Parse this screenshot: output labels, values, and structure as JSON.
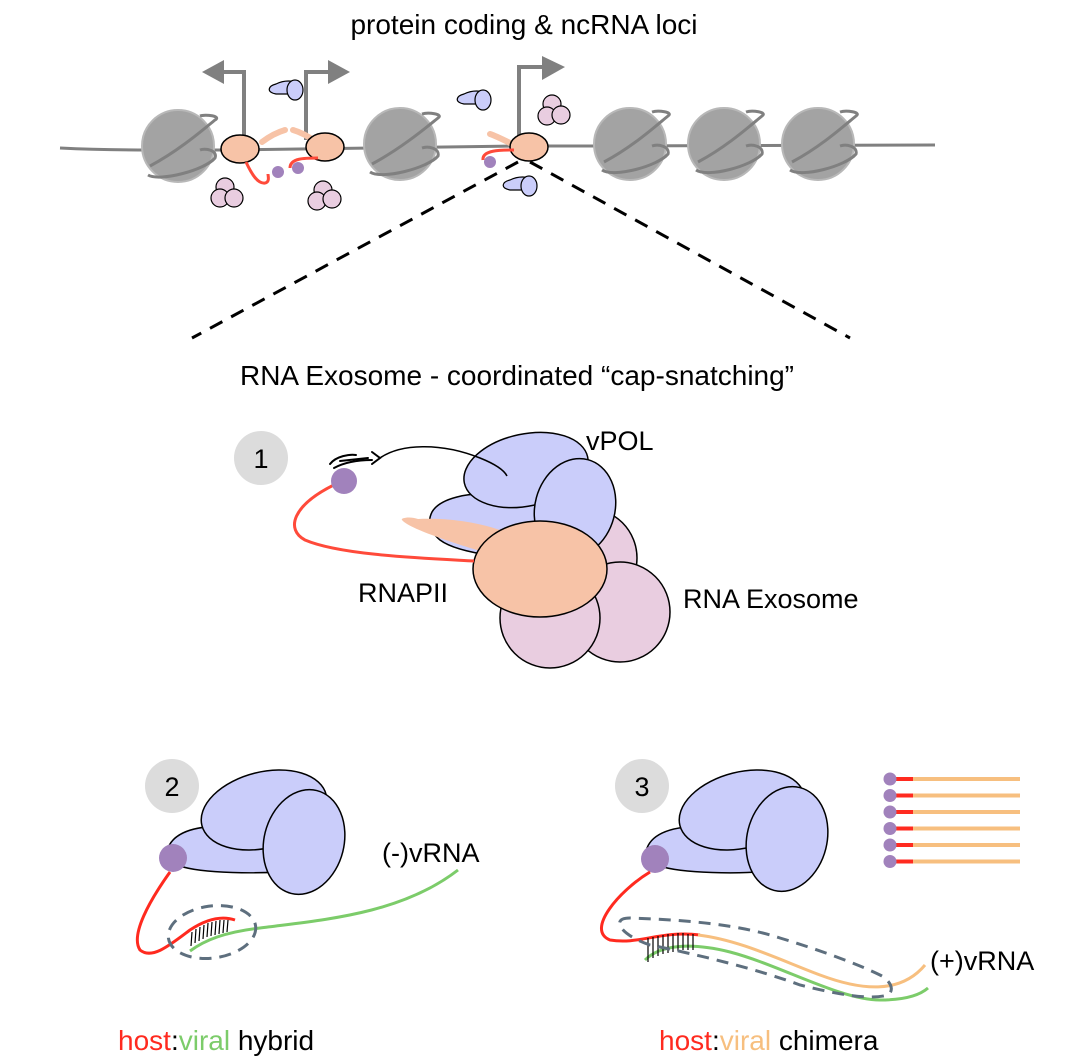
{
  "diagram": {
    "top_title": "protein coding & ncRNA loci",
    "middle_title": "RNA Exosome - coordinated “cap-snatching”",
    "panel1": {
      "step": "1",
      "label_vpol": "vPOL",
      "label_rnapii": "RNAPII",
      "label_exosome": "RNA Exosome"
    },
    "panel2": {
      "step": "2",
      "label_vrna": "(-)vRNA",
      "caption": {
        "host": "host",
        "sep": ":",
        "viral": "viral",
        "rest": " hybrid"
      }
    },
    "panel3": {
      "step": "3",
      "label_vrna": "(+)vRNA",
      "caption": {
        "host": "host",
        "sep": ":",
        "viral": "viral",
        "rest": " chimera"
      },
      "capped_transcripts_count": 6
    },
    "colors": {
      "host_rna": "#ff2a1f",
      "viral_minus_rna": "#7ccc6a",
      "viral_plus_rna": "#f7bf7f",
      "cap": "#a182bc",
      "rnapii": "#f7c3a7",
      "vpol": "#cacdfa",
      "exosome": "#e9cde0",
      "nucleosome": "#a3a3a3",
      "dna": "#808080",
      "dashed_outline": "#5e6f7e",
      "step_badge": "#dcdcdc"
    }
  }
}
